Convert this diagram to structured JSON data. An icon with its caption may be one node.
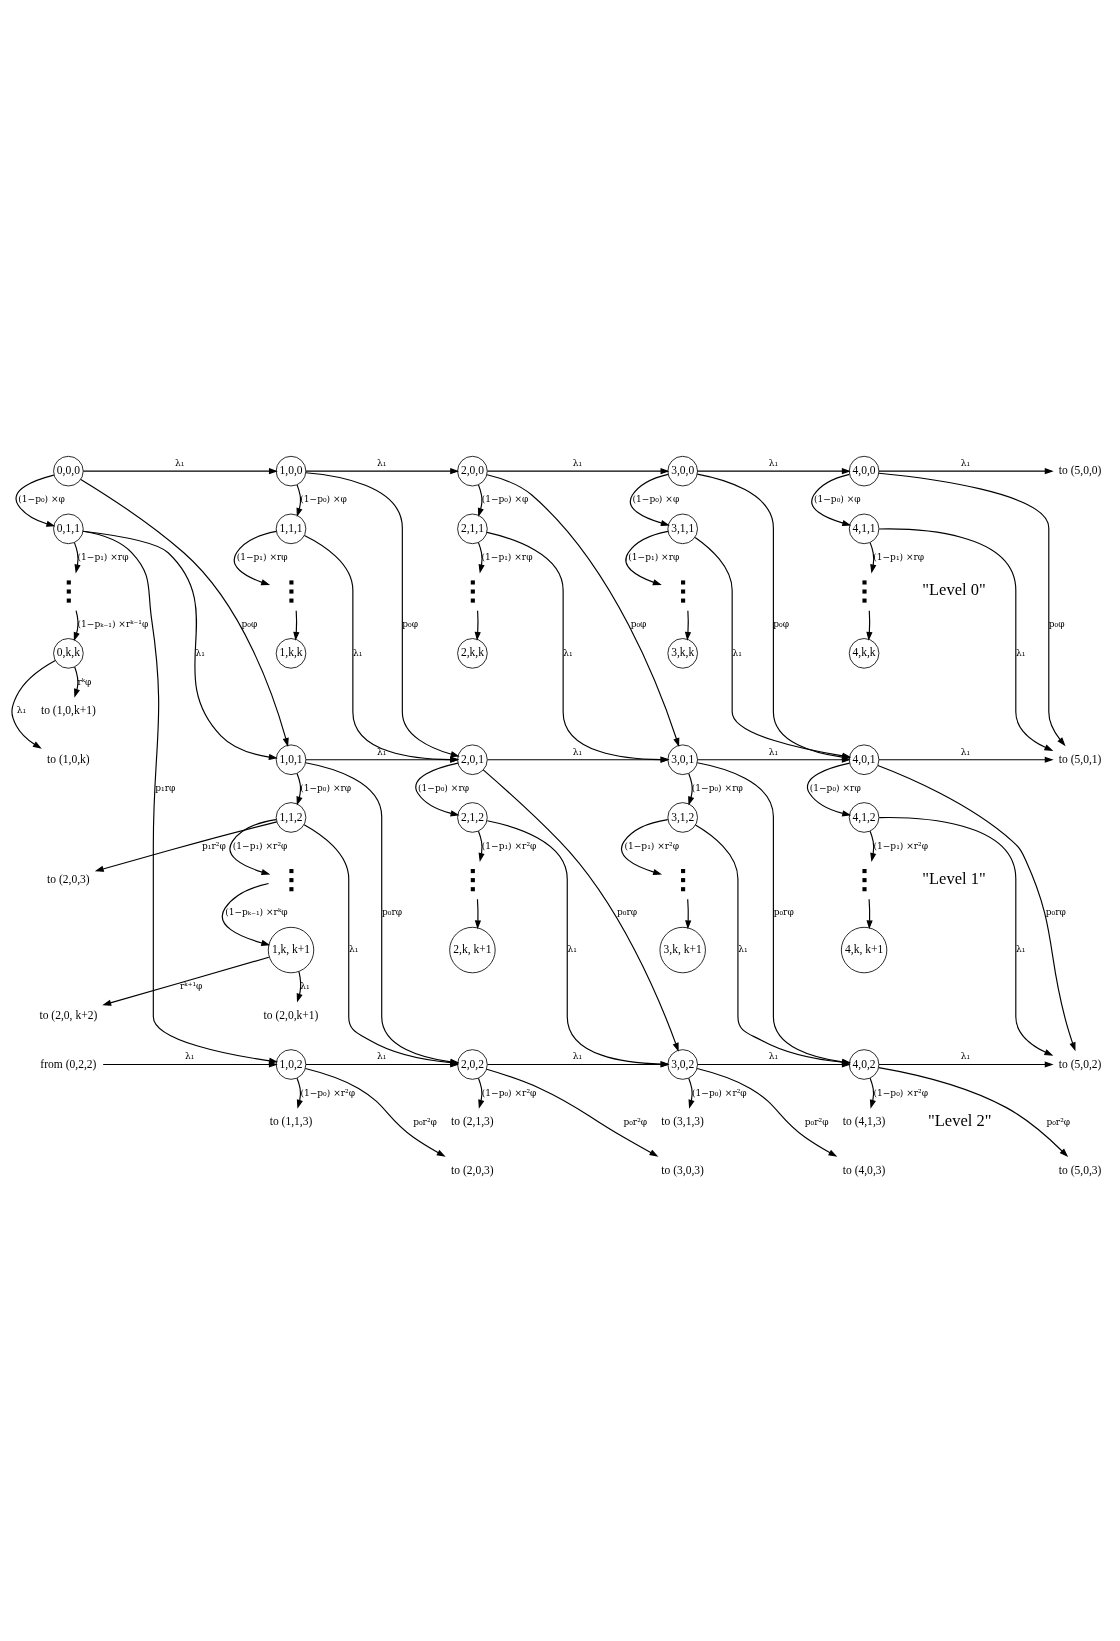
{
  "diagram": {
    "nodes": [
      {
        "text": [
          "0,0,0"
        ]
      },
      {
        "text": [
          "1,0,0"
        ]
      },
      {
        "text": [
          "2,0,0"
        ]
      },
      {
        "text": [
          "3,0,0"
        ]
      },
      {
        "text": [
          "4,0,0"
        ]
      },
      {
        "text": [
          "to (5,0,0)"
        ]
      },
      {
        "text": [
          "0,1,1"
        ]
      },
      {
        "text": [
          "1,1,1"
        ]
      },
      {
        "text": [
          "2,1,1"
        ]
      },
      {
        "text": [
          "3,1,1"
        ]
      },
      {
        "text": [
          "4,1,1"
        ]
      },
      {
        "text": [],
        "shape": "dots"
      },
      {
        "text": [],
        "shape": "dots"
      },
      {
        "text": [],
        "shape": "dots"
      },
      {
        "text": [],
        "shape": "dots"
      },
      {
        "text": [],
        "shape": "dots"
      },
      {
        "text": [
          "0,k,k"
        ]
      },
      {
        "text": [
          "1,k,k"
        ]
      },
      {
        "text": [
          "2,k,k"
        ]
      },
      {
        "text": [
          "3,k,k"
        ]
      },
      {
        "text": [
          "4,k,k"
        ]
      },
      {
        "text": [
          "to (1,0,k+1)"
        ]
      },
      {
        "text": [
          "to (1,0,k)"
        ]
      },
      {
        "text": [
          "1,0,1"
        ]
      },
      {
        "text": [
          "2,0,1"
        ]
      },
      {
        "text": [
          "3,0,1"
        ]
      },
      {
        "text": [
          "4,0,1"
        ]
      },
      {
        "text": [
          "to (5,0,1)"
        ]
      },
      {
        "text": [
          "1,1,2"
        ]
      },
      {
        "text": [
          "2,1,2"
        ]
      },
      {
        "text": [
          "3,1,2"
        ]
      },
      {
        "text": [
          "4,1,2"
        ]
      },
      {
        "text": [
          "to (2,0,3)"
        ]
      },
      {
        "text": [],
        "shape": "dots"
      },
      {
        "text": [],
        "shape": "dots"
      },
      {
        "text": [],
        "shape": "dots"
      },
      {
        "text": [],
        "shape": "dots"
      },
      {
        "text": [
          "1,k, k+1"
        ]
      },
      {
        "text": [
          "2,k, k+1"
        ]
      },
      {
        "text": [
          "3,k, k+1"
        ]
      },
      {
        "text": [
          "4,k, k+1"
        ]
      },
      {
        "text": [
          "to (2,0, k+2)"
        ]
      },
      {
        "text": [
          "to (2,0,k+1)"
        ]
      },
      {
        "text": [
          "from (0,2,2)"
        ]
      },
      {
        "text": [
          "1,0,2"
        ]
      },
      {
        "text": [
          "2,0,2"
        ]
      },
      {
        "text": [
          "3,0,2"
        ]
      },
      {
        "text": [
          "4,0,2"
        ]
      },
      {
        "text": [
          "to (5,0,2)"
        ]
      },
      {
        "text": [
          "to (1,1,3)"
        ]
      },
      {
        "text": [
          "to (2,1,3)"
        ]
      },
      {
        "text": [
          "to (3,1,3)"
        ]
      },
      {
        "text": [
          "to (4,1,3)"
        ]
      },
      {
        "text": [
          "to (2,0,3)"
        ]
      },
      {
        "text": [
          "to (3,0,3)"
        ]
      },
      {
        "text": [
          "to (4,0,3)"
        ]
      },
      {
        "text": [
          "to (5,0,3)"
        ]
      }
    ],
    "edges": [
      {
        "from": 0,
        "to": 1,
        "arrow": "to",
        "label": "λ₁"
      },
      {
        "from": 1,
        "to": 2,
        "arrow": "to",
        "label": "λ₁"
      },
      {
        "from": 2,
        "to": 3,
        "arrow": "to",
        "label": "λ₁"
      },
      {
        "from": 3,
        "to": 4,
        "arrow": "to",
        "label": "λ₁"
      },
      {
        "from": 4,
        "to": 5,
        "arrow": "to",
        "label": "λ₁"
      },
      {
        "from": 0,
        "to": 6,
        "arrow": "to",
        "label": "(1−p₀) ×φ"
      },
      {
        "from": 1,
        "to": 7,
        "arrow": "to",
        "label": "(1−p₀) ×φ"
      },
      {
        "from": 2,
        "to": 8,
        "arrow": "to",
        "label": "(1−p₀) ×φ"
      },
      {
        "from": 3,
        "to": 9,
        "arrow": "to",
        "label": "(1−p₀) ×φ"
      },
      {
        "from": 4,
        "to": 10,
        "arrow": "to",
        "label": "(1−p₀) ×φ"
      },
      {
        "from": 0,
        "to": 23,
        "arrow": "to",
        "label": "p₀φ"
      },
      {
        "from": 1,
        "to": 24,
        "arrow": "to",
        "label": "p₀φ"
      },
      {
        "from": 2,
        "to": 25,
        "arrow": "to",
        "label": "p₀φ"
      },
      {
        "from": 3,
        "to": 26,
        "arrow": "to",
        "label": "p₀φ"
      },
      {
        "from": 4,
        "to": 27,
        "arrow": "to",
        "label": "p₀φ"
      },
      {
        "from": 6,
        "to": 11,
        "arrow": "to",
        "label": "(1−p₁) ×rφ"
      },
      {
        "from": 7,
        "to": 12,
        "arrow": "to",
        "label": "(1−p₁) ×rφ"
      },
      {
        "from": 8,
        "to": 13,
        "arrow": "to",
        "label": "(1−p₁) ×rφ"
      },
      {
        "from": 9,
        "to": 14,
        "arrow": "to",
        "label": "(1−p₁) ×rφ"
      },
      {
        "from": 10,
        "to": 15,
        "arrow": "to",
        "label": "(1−p₁) ×rφ"
      },
      {
        "from": 6,
        "to": 23,
        "arrow": "to",
        "label": "λ₁"
      },
      {
        "from": 7,
        "to": 24,
        "arrow": "to",
        "label": "λ₁"
      },
      {
        "from": 8,
        "to": 25,
        "arrow": "to",
        "label": "λ₁"
      },
      {
        "from": 9,
        "to": 26,
        "arrow": "to",
        "label": "λ₁"
      },
      {
        "from": 10,
        "to": 27,
        "arrow": "to",
        "label": "λ₁"
      },
      {
        "from": 6,
        "to": 44,
        "arrow": "to",
        "label": "p₁rφ"
      },
      {
        "from": 11,
        "to": 16,
        "arrow": "to",
        "label": "(1−pₖ₋₁) ×rᵏ⁻¹φ"
      },
      {
        "from": 12,
        "to": 17,
        "arrow": "to"
      },
      {
        "from": 13,
        "to": 18,
        "arrow": "to"
      },
      {
        "from": 14,
        "to": 19,
        "arrow": "to"
      },
      {
        "from": 15,
        "to": 20,
        "arrow": "to"
      },
      {
        "from": 16,
        "to": 21,
        "arrow": "to",
        "label": "rᵏφ"
      },
      {
        "from": 16,
        "to": 22,
        "arrow": "to",
        "label": "λ₁"
      },
      {
        "from": 23,
        "to": 24,
        "arrow": "to",
        "label": "λ₁"
      },
      {
        "from": 24,
        "to": 25,
        "arrow": "to",
        "label": "λ₁"
      },
      {
        "from": 25,
        "to": 26,
        "arrow": "to",
        "label": "λ₁"
      },
      {
        "from": 26,
        "to": 27,
        "arrow": "to",
        "label": "λ₁"
      },
      {
        "from": 23,
        "to": 28,
        "arrow": "to",
        "label": "(1−p₀) ×rφ"
      },
      {
        "from": 24,
        "to": 29,
        "arrow": "to",
        "label": "(1−p₀) ×rφ"
      },
      {
        "from": 25,
        "to": 30,
        "arrow": "to",
        "label": "(1−p₀) ×rφ"
      },
      {
        "from": 26,
        "to": 31,
        "arrow": "to",
        "label": "(1−p₀) ×rφ"
      },
      {
        "from": 23,
        "to": 45,
        "arrow": "to",
        "label": "p₀rφ"
      },
      {
        "from": 24,
        "to": 46,
        "arrow": "to",
        "label": "p₀rφ"
      },
      {
        "from": 25,
        "to": 47,
        "arrow": "to",
        "label": "p₀rφ"
      },
      {
        "from": 26,
        "to": 48,
        "arrow": "to",
        "label": "p₀rφ"
      },
      {
        "from": 28,
        "to": 32,
        "arrow": "to",
        "label": "p₁r²φ"
      },
      {
        "from": 28,
        "to": 33,
        "arrow": "to",
        "label": "(1−p₁) ×r²φ"
      },
      {
        "from": 29,
        "to": 34,
        "arrow": "to",
        "label": "(1−p₁) ×r²φ"
      },
      {
        "from": 30,
        "to": 35,
        "arrow": "to",
        "label": "(1−p₁) ×r²φ"
      },
      {
        "from": 31,
        "to": 36,
        "arrow": "to",
        "label": "(1−p₁) ×r²φ"
      },
      {
        "from": 28,
        "to": 45,
        "arrow": "to",
        "label": "λ₁"
      },
      {
        "from": 29,
        "to": 46,
        "arrow": "to",
        "label": "λ₁"
      },
      {
        "from": 30,
        "to": 47,
        "arrow": "to",
        "label": "λ₁"
      },
      {
        "from": 31,
        "to": 48,
        "arrow": "to",
        "label": "λ₁"
      },
      {
        "from": 33,
        "to": 37,
        "arrow": "to",
        "label": "(1−pₖ₋₁) ×rᵏφ"
      },
      {
        "from": 34,
        "to": 38,
        "arrow": "to"
      },
      {
        "from": 35,
        "to": 39,
        "arrow": "to"
      },
      {
        "from": 36,
        "to": 40,
        "arrow": "to"
      },
      {
        "from": 37,
        "to": 41,
        "arrow": "to",
        "label": "rᵏ⁺¹φ"
      },
      {
        "from": 37,
        "to": 42,
        "arrow": "to",
        "label": "λ₁"
      },
      {
        "from": 43,
        "to": 44,
        "arrow": "to",
        "label": "λ₁"
      },
      {
        "from": 44,
        "to": 45,
        "arrow": "to",
        "label": "λ₁"
      },
      {
        "from": 45,
        "to": 46,
        "arrow": "to",
        "label": "λ₁"
      },
      {
        "from": 46,
        "to": 47,
        "arrow": "to",
        "label": "λ₁"
      },
      {
        "from": 47,
        "to": 48,
        "arrow": "to",
        "label": "λ₁"
      },
      {
        "from": 44,
        "to": 49,
        "arrow": "to",
        "label": "(1−p₀) ×r²φ"
      },
      {
        "from": 45,
        "to": 50,
        "arrow": "to",
        "label": "(1−p₀) ×r²φ"
      },
      {
        "from": 46,
        "to": 51,
        "arrow": "to",
        "label": "(1−p₀) ×r²φ"
      },
      {
        "from": 47,
        "to": 52,
        "arrow": "to",
        "label": "(1−p₀) ×r²φ"
      },
      {
        "from": 44,
        "to": 53,
        "arrow": "to",
        "label": "p₀r²φ"
      },
      {
        "from": 45,
        "to": 54,
        "arrow": "to",
        "label": "p₀r²φ"
      },
      {
        "from": 46,
        "to": 55,
        "arrow": "to",
        "label": "p₀r²φ"
      },
      {
        "from": 47,
        "to": 56,
        "arrow": "to",
        "label": "p₀r²φ"
      }
    ],
    "labels": [
      "\"Level 0\"",
      "\"Level 1\"",
      "\"Level 2\""
    ]
  }
}
